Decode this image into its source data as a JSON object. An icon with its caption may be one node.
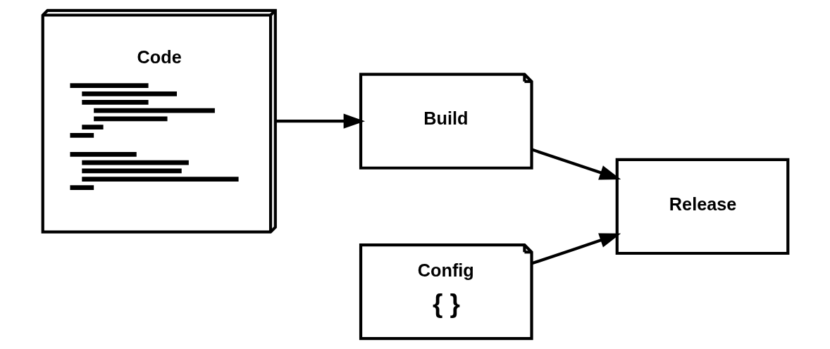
{
  "diagram": {
    "nodes": [
      {
        "text": [
          "Code"
        ]
      },
      {
        "text": [
          "Build"
        ]
      },
      {
        "text": [
          "Config",
          "{ }"
        ]
      },
      {
        "text": [
          "Release"
        ]
      }
    ],
    "edges": [
      {
        "from": 0,
        "to": 1,
        "arrow": "to"
      },
      {
        "from": 1,
        "to": 3,
        "arrow": "to"
      },
      {
        "from": 2,
        "to": 3,
        "arrow": "to"
      }
    ]
  }
}
